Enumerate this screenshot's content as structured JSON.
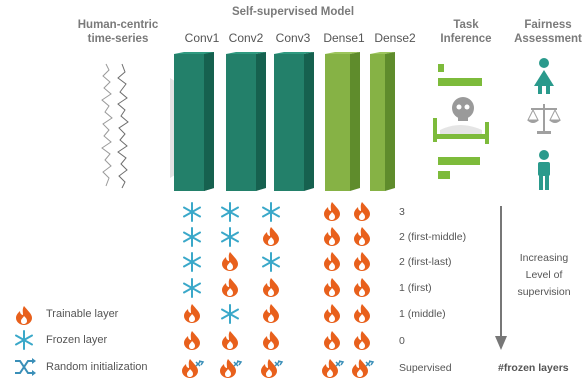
{
  "headers": {
    "input": "Human-centric\ntime-series",
    "model": "Self-supervised Model",
    "task": "Task\nInference",
    "fairness": "Fairness\nAssessment"
  },
  "columns": [
    "Conv1",
    "Conv2",
    "Conv3",
    "Dense1",
    "Dense2"
  ],
  "rows": [
    {
      "label": "3",
      "cells": [
        "frozen",
        "frozen",
        "frozen",
        "trainable",
        "trainable"
      ]
    },
    {
      "label": "2 (first-middle)",
      "cells": [
        "frozen",
        "frozen",
        "trainable",
        "trainable",
        "trainable"
      ]
    },
    {
      "label": "2 (first-last)",
      "cells": [
        "frozen",
        "trainable",
        "frozen",
        "trainable",
        "trainable"
      ]
    },
    {
      "label": "1 (first)",
      "cells": [
        "frozen",
        "trainable",
        "trainable",
        "trainable",
        "trainable"
      ]
    },
    {
      "label": "1 (middle)",
      "cells": [
        "trainable",
        "frozen",
        "trainable",
        "trainable",
        "trainable"
      ]
    },
    {
      "label": "0",
      "cells": [
        "trainable",
        "trainable",
        "trainable",
        "trainable",
        "trainable"
      ]
    },
    {
      "label": "Supervised",
      "cells": [
        "random",
        "random",
        "random",
        "random",
        "random"
      ]
    }
  ],
  "arrow_label": "Increasing\nLevel of\nsupervision",
  "frozen_layers_label": "#frozen layers",
  "legend": [
    {
      "icon": "flame-icon",
      "label": "Trainable layer"
    },
    {
      "icon": "snowflake-icon",
      "label": "Frozen layer"
    },
    {
      "icon": "shuffle-icon",
      "label": "Random initialization"
    }
  ],
  "colors": {
    "conv": "#23806a",
    "conv_side": "#16614f",
    "dense": "#86b245",
    "dense_side": "#5f8c2c",
    "flame": "#e8601c",
    "flame_inner": "#ffffff",
    "snow": "#3aa8c9",
    "shuffle": "#3a8fb8",
    "teal": "#2a9a8c",
    "task_bar": "#7dbb3b"
  }
}
